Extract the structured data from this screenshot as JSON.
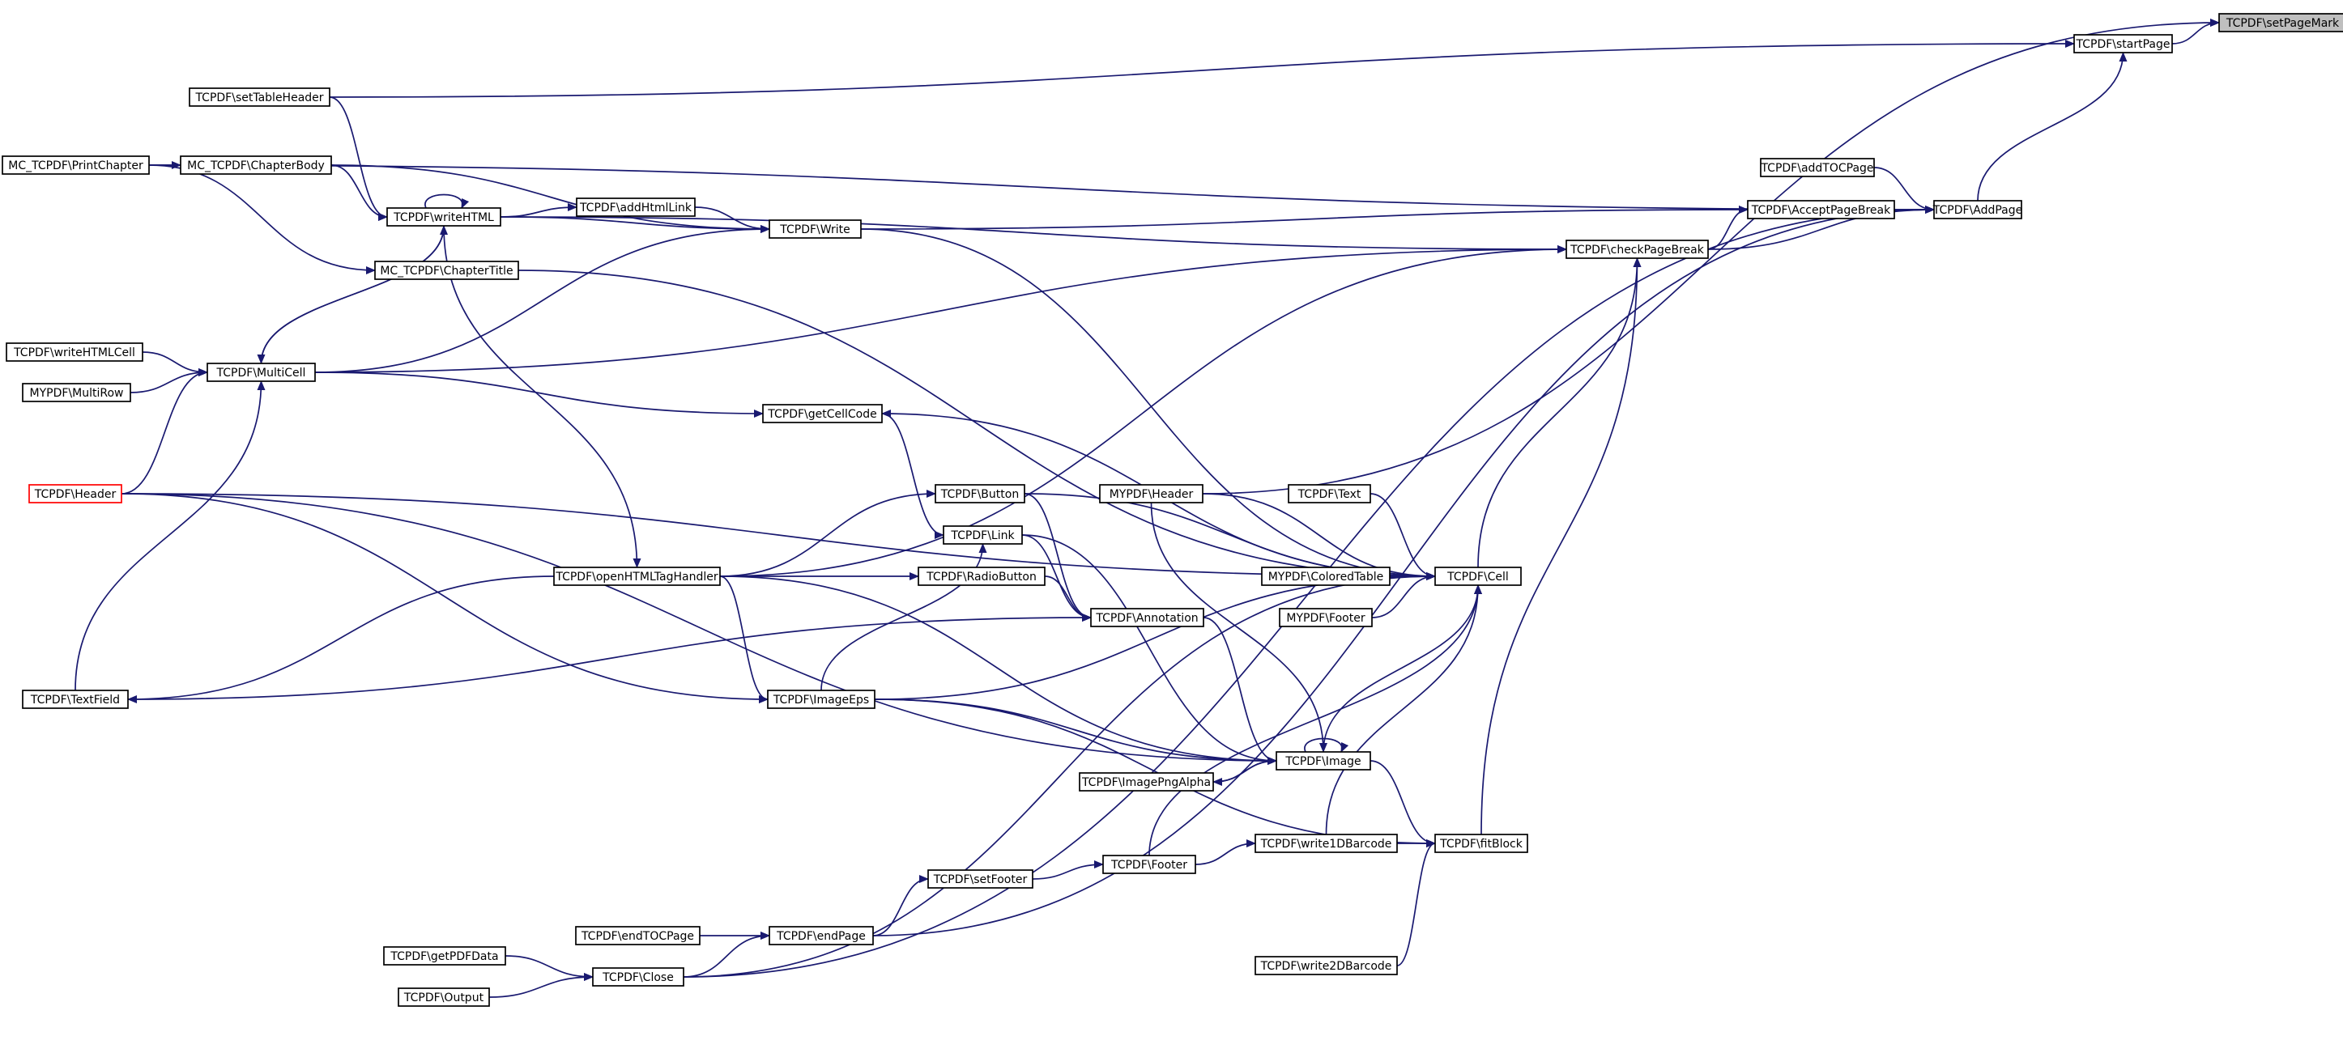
{
  "graph": {
    "title": "",
    "colors": {
      "edge": "#191970",
      "node_border": "#000000",
      "highlight_border": "#ff0000",
      "focus_fill": "#bfbfbf",
      "node_fill": "#ffffff"
    },
    "nodes": [
      {
        "id": "setPageMark",
        "label": "TCPDF\\setPageMark",
        "style": "focus"
      },
      {
        "id": "startPage",
        "label": "TCPDF\\startPage"
      },
      {
        "id": "AddPage",
        "label": "TCPDF\\AddPage"
      },
      {
        "id": "addTOCPage",
        "label": "TCPDF\\addTOCPage"
      },
      {
        "id": "AcceptPageBreak",
        "label": "TCPDF\\AcceptPageBreak"
      },
      {
        "id": "checkPageBreak",
        "label": "TCPDF\\checkPageBreak"
      },
      {
        "id": "setTableHeader",
        "label": "TCPDF\\setTableHeader"
      },
      {
        "id": "PrintChapter",
        "label": "MC_TCPDF\\PrintChapter"
      },
      {
        "id": "ChapterBody",
        "label": "MC_TCPDF\\ChapterBody"
      },
      {
        "id": "writeHTML",
        "label": "TCPDF\\writeHTML"
      },
      {
        "id": "addHtmlLink",
        "label": "TCPDF\\addHtmlLink"
      },
      {
        "id": "Write",
        "label": "TCPDF\\Write"
      },
      {
        "id": "ChapterTitle",
        "label": "MC_TCPDF\\ChapterTitle"
      },
      {
        "id": "writeHTMLCell",
        "label": "TCPDF\\writeHTMLCell"
      },
      {
        "id": "MultiCell",
        "label": "TCPDF\\MultiCell"
      },
      {
        "id": "MultiRow",
        "label": "MYPDF\\MultiRow"
      },
      {
        "id": "getCellCode",
        "label": "TCPDF\\getCellCode"
      },
      {
        "id": "TCPDFHeader",
        "label": "TCPDF\\Header",
        "style": "highlight"
      },
      {
        "id": "Button",
        "label": "TCPDF\\Button"
      },
      {
        "id": "MYPDFHeader",
        "label": "MYPDF\\Header"
      },
      {
        "id": "Text",
        "label": "TCPDF\\Text"
      },
      {
        "id": "Link",
        "label": "TCPDF\\Link"
      },
      {
        "id": "openHTMLTagHandler",
        "label": "TCPDF\\openHTMLTagHandler"
      },
      {
        "id": "RadioButton",
        "label": "TCPDF\\RadioButton"
      },
      {
        "id": "ColoredTable",
        "label": "MYPDF\\ColoredTable"
      },
      {
        "id": "Cell",
        "label": "TCPDF\\Cell"
      },
      {
        "id": "Annotation",
        "label": "TCPDF\\Annotation"
      },
      {
        "id": "MYPDFFooter",
        "label": "MYPDF\\Footer"
      },
      {
        "id": "TextField",
        "label": "TCPDF\\TextField"
      },
      {
        "id": "ImageEps",
        "label": "TCPDF\\ImageEps"
      },
      {
        "id": "Image",
        "label": "TCPDF\\Image"
      },
      {
        "id": "ImagePngAlpha",
        "label": "TCPDF\\ImagePngAlpha"
      },
      {
        "id": "write1DBarcode",
        "label": "TCPDF\\write1DBarcode"
      },
      {
        "id": "fitBlock",
        "label": "TCPDF\\fitBlock"
      },
      {
        "id": "Footer",
        "label": "TCPDF\\Footer"
      },
      {
        "id": "setFooter",
        "label": "TCPDF\\setFooter"
      },
      {
        "id": "endTOCPage",
        "label": "TCPDF\\endTOCPage"
      },
      {
        "id": "endPage",
        "label": "TCPDF\\endPage"
      },
      {
        "id": "getPDFData",
        "label": "TCPDF\\getPDFData"
      },
      {
        "id": "Close",
        "label": "TCPDF\\Close"
      },
      {
        "id": "Output",
        "label": "TCPDF\\Output"
      },
      {
        "id": "write2DBarcode",
        "label": "TCPDF\\write2DBarcode"
      }
    ],
    "edges": [
      {
        "from": "startPage",
        "to": "setPageMark"
      },
      {
        "from": "AddPage",
        "to": "startPage"
      },
      {
        "from": "setTableHeader",
        "to": "startPage"
      },
      {
        "from": "PrintChapter",
        "to": "AddPage"
      },
      {
        "from": "MYPDFHeader",
        "to": "setPageMark"
      },
      {
        "from": "addTOCPage",
        "to": "AddPage"
      },
      {
        "from": "AcceptPageBreak",
        "to": "AddPage"
      },
      {
        "from": "checkPageBreak",
        "to": "AddPage"
      },
      {
        "from": "endPage",
        "to": "AddPage"
      },
      {
        "from": "Close",
        "to": "AddPage"
      },
      {
        "from": "checkPageBreak",
        "to": "AcceptPageBreak"
      },
      {
        "from": "Write",
        "to": "AcceptPageBreak"
      },
      {
        "from": "PrintChapter",
        "to": "ChapterBody"
      },
      {
        "from": "PrintChapter",
        "to": "ChapterTitle"
      },
      {
        "from": "ChapterBody",
        "to": "writeHTML"
      },
      {
        "from": "ChapterBody",
        "to": "Write"
      },
      {
        "from": "writeHTML",
        "to": "addHtmlLink"
      },
      {
        "from": "addHtmlLink",
        "to": "Write"
      },
      {
        "from": "writeHTML",
        "to": "Write"
      },
      {
        "from": "writeHTML",
        "to": "writeHTML"
      },
      {
        "from": "setTableHeader",
        "to": "writeHTML"
      },
      {
        "from": "writeHTML",
        "to": "checkPageBreak"
      },
      {
        "from": "writeHTML",
        "to": "openHTMLTagHandler"
      },
      {
        "from": "MultiCell",
        "to": "writeHTML"
      },
      {
        "from": "writeHTML",
        "to": "MultiCell"
      },
      {
        "from": "MultiCell",
        "to": "Write"
      },
      {
        "from": "MultiCell",
        "to": "checkPageBreak"
      },
      {
        "from": "writeHTMLCell",
        "to": "MultiCell"
      },
      {
        "from": "MultiRow",
        "to": "MultiCell"
      },
      {
        "from": "TCPDFHeader",
        "to": "MultiCell"
      },
      {
        "from": "TextField",
        "to": "MultiCell"
      },
      {
        "from": "MultiCell",
        "to": "getCellCode"
      },
      {
        "from": "Cell",
        "to": "getCellCode"
      },
      {
        "from": "getCellCode",
        "to": "Link"
      },
      {
        "from": "ChapterTitle",
        "to": "Cell"
      },
      {
        "from": "Write",
        "to": "Cell"
      },
      {
        "from": "TCPDFHeader",
        "to": "Cell"
      },
      {
        "from": "TCPDFHeader",
        "to": "ImageEps"
      },
      {
        "from": "TCPDFHeader",
        "to": "Image"
      },
      {
        "from": "openHTMLTagHandler",
        "to": "checkPageBreak"
      },
      {
        "from": "openHTMLTagHandler",
        "to": "Button"
      },
      {
        "from": "openHTMLTagHandler",
        "to": "RadioButton"
      },
      {
        "from": "openHTMLTagHandler",
        "to": "TextField"
      },
      {
        "from": "openHTMLTagHandler",
        "to": "ImageEps"
      },
      {
        "from": "openHTMLTagHandler",
        "to": "Image"
      },
      {
        "from": "Button",
        "to": "Annotation"
      },
      {
        "from": "Button",
        "to": "Cell"
      },
      {
        "from": "Link",
        "to": "Annotation"
      },
      {
        "from": "Link",
        "to": "Image"
      },
      {
        "from": "RadioButton",
        "to": "Annotation"
      },
      {
        "from": "TextField",
        "to": "Annotation"
      },
      {
        "from": "Annotation",
        "to": "Image"
      },
      {
        "from": "ImageEps",
        "to": "Link"
      },
      {
        "from": "ImageEps",
        "to": "Cell"
      },
      {
        "from": "ImageEps",
        "to": "Image"
      },
      {
        "from": "ImageEps",
        "to": "fitBlock"
      },
      {
        "from": "MYPDFHeader",
        "to": "Cell"
      },
      {
        "from": "MYPDFHeader",
        "to": "Image"
      },
      {
        "from": "Text",
        "to": "Cell"
      },
      {
        "from": "ColoredTable",
        "to": "Cell"
      },
      {
        "from": "MYPDFFooter",
        "to": "Cell"
      },
      {
        "from": "Cell",
        "to": "checkPageBreak"
      },
      {
        "from": "Image",
        "to": "Cell"
      },
      {
        "from": "Image",
        "to": "Image"
      },
      {
        "from": "Image",
        "to": "ImagePngAlpha"
      },
      {
        "from": "ImagePngAlpha",
        "to": "Image"
      },
      {
        "from": "Image",
        "to": "fitBlock"
      },
      {
        "from": "write1DBarcode",
        "to": "Cell"
      },
      {
        "from": "write1DBarcode",
        "to": "fitBlock"
      },
      {
        "from": "fitBlock",
        "to": "checkPageBreak"
      },
      {
        "from": "write2DBarcode",
        "to": "fitBlock"
      },
      {
        "from": "Footer",
        "to": "write1DBarcode"
      },
      {
        "from": "Footer",
        "to": "Cell"
      },
      {
        "from": "setFooter",
        "to": "Footer"
      },
      {
        "from": "endPage",
        "to": "setFooter"
      },
      {
        "from": "endTOCPage",
        "to": "endPage"
      },
      {
        "from": "Close",
        "to": "endPage"
      },
      {
        "from": "Close",
        "to": "Cell"
      },
      {
        "from": "getPDFData",
        "to": "Close"
      },
      {
        "from": "Output",
        "to": "Close"
      }
    ]
  }
}
